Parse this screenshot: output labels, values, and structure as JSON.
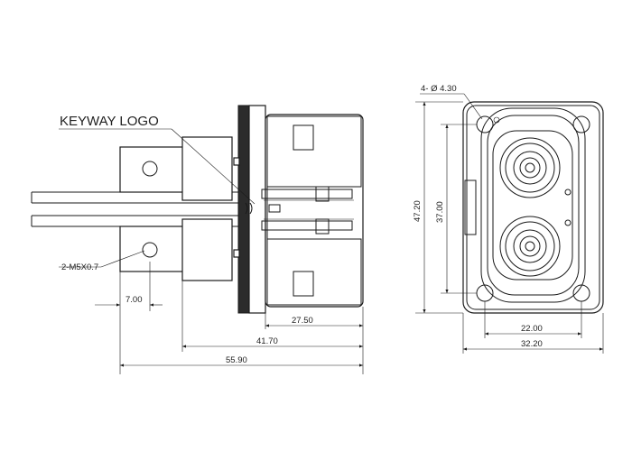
{
  "labels": {
    "keyway_logo": "KEYWAY LOGO",
    "thread": "2-M5X0.7",
    "hole": "4- Ø 4.30"
  },
  "dimensions": {
    "d_7_00": "7.00",
    "d_27_50": "27.50",
    "d_41_70": "41.70",
    "d_55_90": "55.90",
    "d_47_20": "47.20",
    "d_37_00": "37.00",
    "d_22_00": "22.00",
    "d_32_20": "32.20"
  },
  "colors": {
    "line": "#1a1a1a",
    "background": "#ffffff"
  }
}
